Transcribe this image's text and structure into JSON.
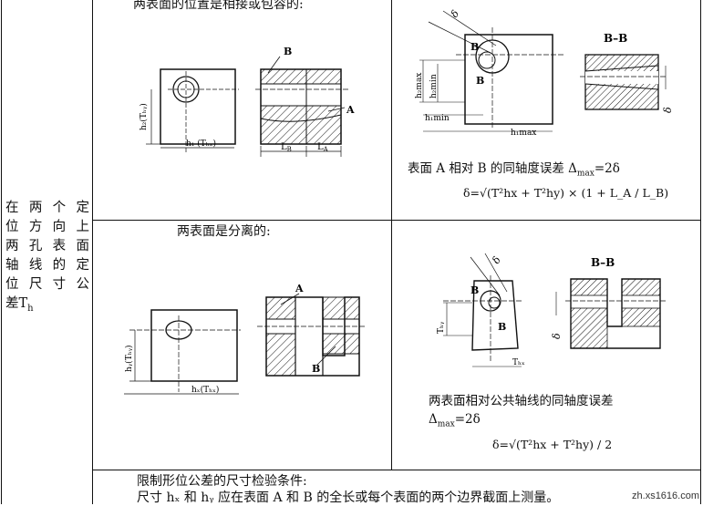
{
  "row_header": [
    "在两个定",
    "位方向上",
    "两孔表面",
    "轴线的定",
    "位尺寸公",
    "差T"
  ],
  "row_header_sub": "h",
  "top_left": {
    "caption": "两表面的位置是相接或包容的:"
  },
  "bottom_left": {
    "caption": "两表面是分离的:"
  },
  "top_right": {
    "section_label": "B–B",
    "formula_line1": "表面 A 相对 B 的同轴度误差 Δ",
    "formula_line1_sub": "max",
    "formula_line1_tail": "=2δ",
    "formula_line2": "δ=√(T²hx + T²hy) × (1 + L_A / L_B)"
  },
  "bottom_right": {
    "section_label": "B–B",
    "formula_line1": "两表面相对公共轴线的同轴度误差",
    "formula_line2": "Δ",
    "formula_line2_sub": "max",
    "formula_line2_tail": "=2δ",
    "formula_line3": "δ=√(T²hx + T²hy) / 2"
  },
  "footer": {
    "line1": "限制形位公差的尺寸检验条件:",
    "line2": "尺寸 hₓ 和 hᵧ 应在表面 A 和 B 的全长或每个表面的两个边界截面上测量。"
  },
  "watermark": "zh.xs1616.com"
}
